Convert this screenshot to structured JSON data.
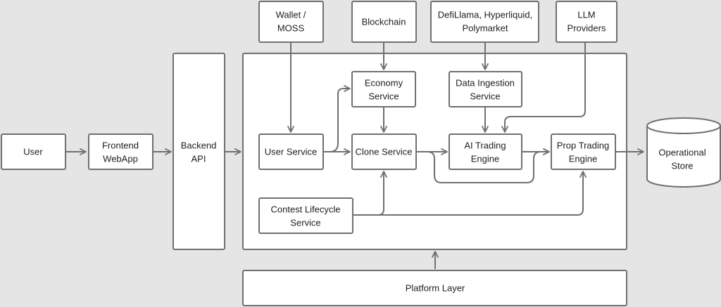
{
  "nodes": {
    "user": [
      "User"
    ],
    "frontend": [
      "Frontend",
      "WebApp"
    ],
    "backend": [
      "Backend",
      "API"
    ],
    "wallet": [
      "Wallet /",
      "MOSS"
    ],
    "blockchain": [
      "Blockchain"
    ],
    "data_sources": [
      "DefiLlama, Hyperliquid,",
      "Polymarket"
    ],
    "llm": [
      "LLM",
      "Providers"
    ],
    "economy": [
      "Economy",
      "Service"
    ],
    "ingestion": [
      "Data Ingestion",
      "Service"
    ],
    "user_service": [
      "User Service"
    ],
    "clone": [
      "Clone Service"
    ],
    "ai_engine": [
      "AI Trading",
      "Engine"
    ],
    "prop_engine": [
      "Prop Trading",
      "Engine"
    ],
    "contest": [
      "Contest Lifecycle",
      "Service"
    ],
    "store": [
      "Operational",
      "Store"
    ],
    "platform": [
      "Platform Layer"
    ]
  },
  "edges": [
    {
      "from": "user",
      "to": "frontend"
    },
    {
      "from": "frontend",
      "to": "backend"
    },
    {
      "from": "backend",
      "to": "services-container"
    },
    {
      "from": "wallet",
      "to": "user_service"
    },
    {
      "from": "blockchain",
      "to": "economy"
    },
    {
      "from": "data_sources",
      "to": "ingestion"
    },
    {
      "from": "llm",
      "to": "ai_engine"
    },
    {
      "from": "user_service",
      "to": "economy"
    },
    {
      "from": "user_service",
      "to": "clone"
    },
    {
      "from": "economy",
      "to": "clone"
    },
    {
      "from": "clone",
      "to": "ai_engine"
    },
    {
      "from": "clone",
      "to": "prop_engine"
    },
    {
      "from": "ingestion",
      "to": "ai_engine"
    },
    {
      "from": "ai_engine",
      "to": "prop_engine"
    },
    {
      "from": "contest",
      "to": "clone"
    },
    {
      "from": "contest",
      "to": "prop_engine"
    },
    {
      "from": "prop_engine",
      "to": "store"
    },
    {
      "from": "platform",
      "to": "services-container"
    }
  ]
}
